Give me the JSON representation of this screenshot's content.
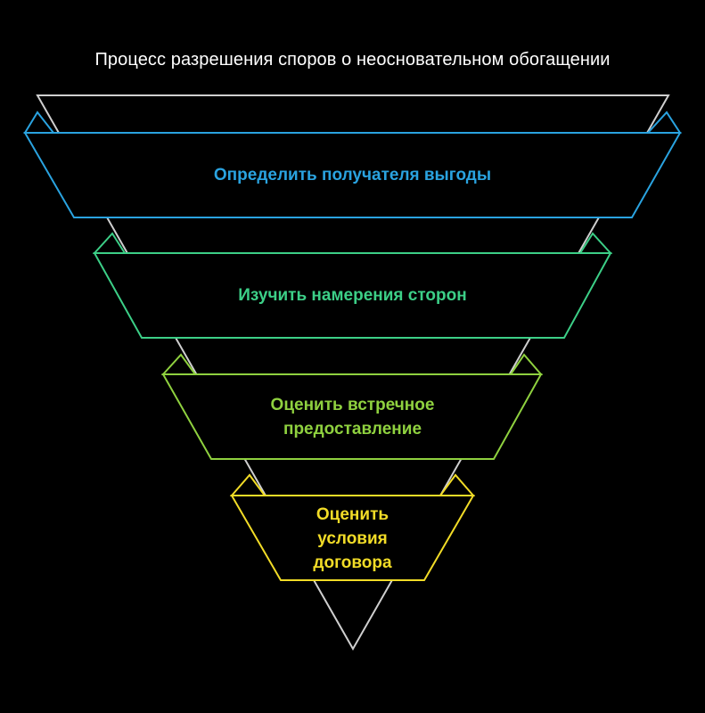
{
  "title": "Процесс разрешения споров о неосновательном обогащении",
  "outline_color": "#cfcfcf",
  "stages": [
    {
      "text": "Определить получателя выгоды",
      "color": "#2aa3e0"
    },
    {
      "text": "Изучить намерения сторон",
      "color": "#3ccf87"
    },
    {
      "text": "Оценить встречное предоставление",
      "color": "#8fd13f"
    },
    {
      "text": "Оценить условия договора",
      "color": "#f2dc27"
    }
  ]
}
